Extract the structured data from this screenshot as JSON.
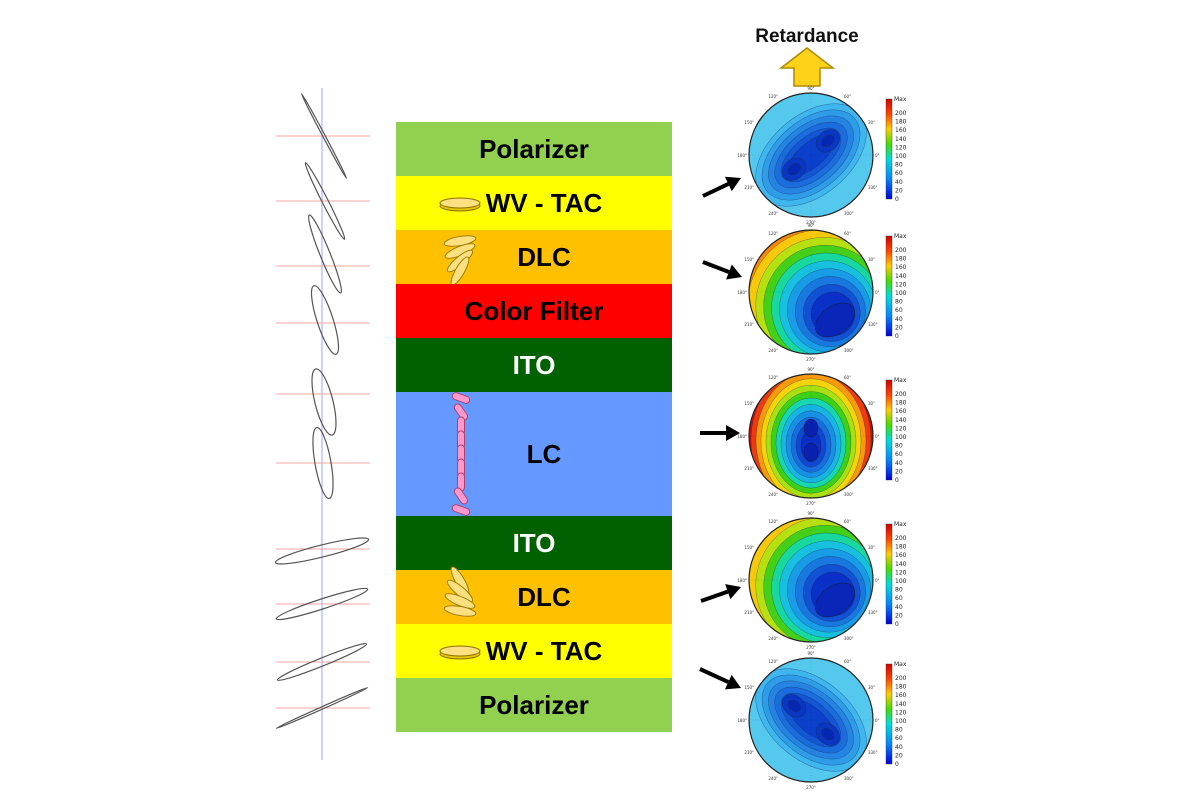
{
  "title": "Retardance",
  "colors": {
    "polarizer": "#92d050",
    "wv_tac": "#ffff00",
    "dlc": "#ffc000",
    "color_filter": "#ff0000",
    "ito": "#006100",
    "lc": "#6699ff",
    "lc_molecule": "#ff99cc",
    "disk": "#ffe080",
    "arrow_up": "#ffd21a"
  },
  "stack": [
    {
      "id": "polarizer-top",
      "label": "Polarizer",
      "color_key": "polarizer",
      "text_color": "#000000",
      "icon": "none"
    },
    {
      "id": "wv-tac-top",
      "label": "WV - TAC",
      "color_key": "wv_tac",
      "text_color": "#000000",
      "icon": "disk-icon"
    },
    {
      "id": "dlc-top",
      "label": "DLC",
      "color_key": "dlc",
      "text_color": "#000000",
      "icon": "tilted-disks-icon"
    },
    {
      "id": "color-filter",
      "label": "Color Filter",
      "color_key": "color_filter",
      "text_color": "#000000",
      "icon": "none"
    },
    {
      "id": "ito-top",
      "label": "ITO",
      "color_key": "ito",
      "text_color": "#ffffff",
      "icon": "none"
    },
    {
      "id": "lc",
      "label": "LC",
      "color_key": "lc",
      "text_color": "#000000",
      "icon": "lc-molecules-icon"
    },
    {
      "id": "ito-bottom",
      "label": "ITO",
      "color_key": "ito",
      "text_color": "#ffffff",
      "icon": "none"
    },
    {
      "id": "dlc-bottom",
      "label": "DLC",
      "color_key": "dlc",
      "text_color": "#000000",
      "icon": "tilted-disks-icon"
    },
    {
      "id": "wv-tac-bottom",
      "label": "WV - TAC",
      "color_key": "wv_tac",
      "text_color": "#000000",
      "icon": "disk-icon"
    },
    {
      "id": "polarizer-bottom",
      "label": "Polarizer",
      "color_key": "polarizer",
      "text_color": "#000000",
      "icon": "none"
    }
  ],
  "plots": [
    {
      "id": "wv-tac-top",
      "pattern": "two-lobes-diagonal-a"
    },
    {
      "id": "dlc-top",
      "pattern": "hot-rim-top-left"
    },
    {
      "id": "lc",
      "pattern": "vertical-low-center"
    },
    {
      "id": "dlc-bottom",
      "pattern": "hot-rim-top-left-b"
    },
    {
      "id": "wv-tac-bottom",
      "pattern": "two-lobes-diagonal-b"
    }
  ],
  "colorbar": {
    "max_label": "Max",
    "ticks": [
      "200",
      "180",
      "160",
      "140",
      "120",
      "100",
      "80",
      "60",
      "40",
      "20",
      "0"
    ]
  },
  "polar_labels": {
    "top": "90°",
    "right": "0°",
    "bottom": "270°",
    "left": "180°",
    "tl": "120°",
    "tr": "60°",
    "bl": "240°",
    "br": "300°",
    "ml": "150°",
    "mr": "30°",
    "bml": "210°",
    "bmr": "330°"
  }
}
